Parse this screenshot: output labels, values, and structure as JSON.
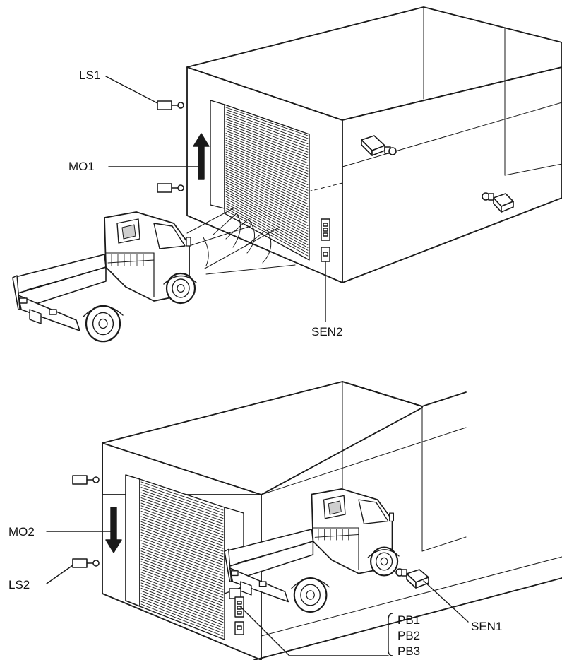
{
  "top_scene": {
    "labels": {
      "ls1": "LS1",
      "mo1": "MO1",
      "sen2": "SEN2"
    },
    "arrow_direction": "up"
  },
  "bottom_scene": {
    "labels": {
      "mo2": "MO2",
      "ls2": "LS2",
      "sen1": "SEN1",
      "pb1": "PB1",
      "pb2": "PB2",
      "pb3": "PB3"
    },
    "arrow_direction": "down"
  },
  "colors": {
    "line": "#1a1a1a",
    "fill": "#ffffff",
    "dark_fill": "#1a1a1a",
    "shade": "#cfcfcf"
  }
}
